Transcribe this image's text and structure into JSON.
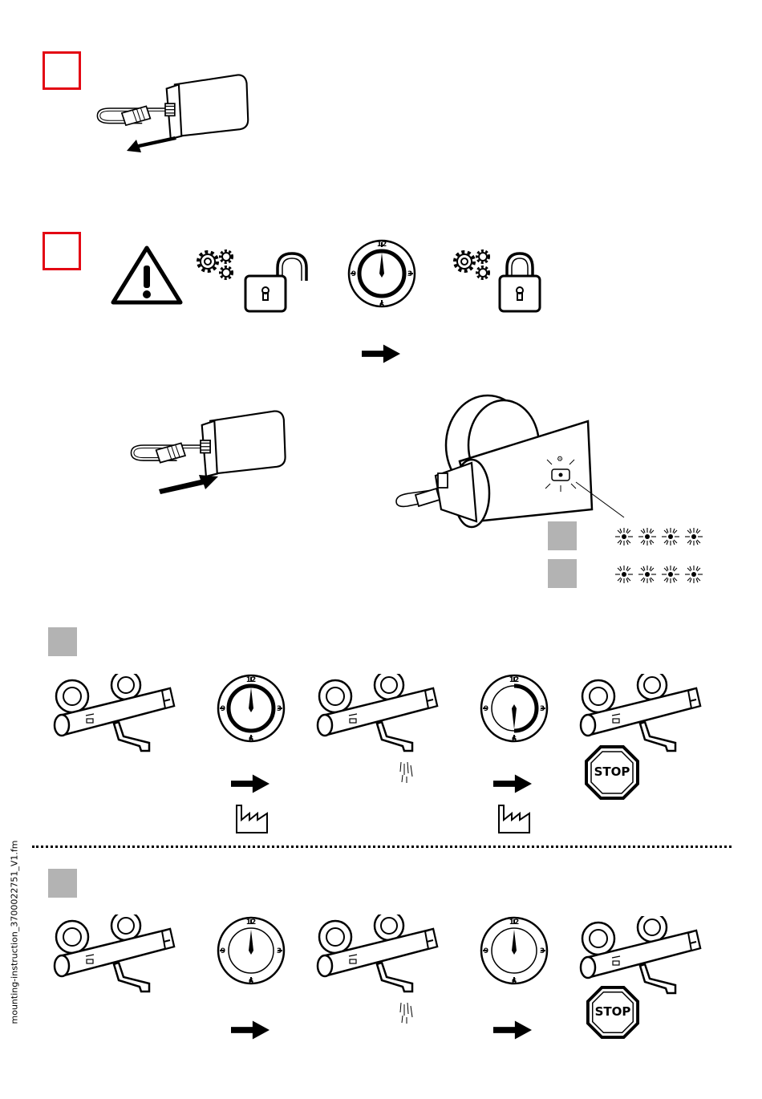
{
  "footer": {
    "file_name": "mounting-instruction_3700022751_V1.fm"
  },
  "dial": {
    "n12": "12",
    "n3": "3",
    "n6": "6",
    "n9": "9"
  },
  "stop_sign": {
    "label": "STOP"
  },
  "icons": {
    "warning": "warning-triangle-icon",
    "unlock": "unlocked-padlock-icon",
    "lock": "locked-padlock-icon",
    "gears": "gears-icon",
    "factory": "factory-icon",
    "arrow": "arrow-right-icon",
    "led": "blinking-led-icon"
  },
  "colors": {
    "step_marker": "#e30613",
    "grey_marker": "#b3b3b3"
  }
}
